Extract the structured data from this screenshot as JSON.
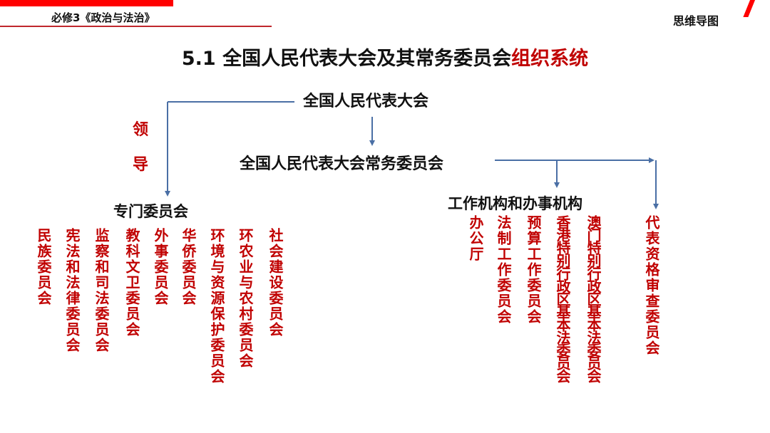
{
  "header": {
    "course": "必修3《政治与法治》",
    "section_type": "思维导图",
    "accent_color": "#ff0000",
    "underline_color": "#c0272d"
  },
  "title": {
    "prefix": "5.1 全国人民代表大会及其常务委员会",
    "highlight": "组织系统",
    "highlight_color": "#c00000"
  },
  "diagram": {
    "root": "全国人民代表大会",
    "standing_committee": "全国人民代表大会常务委员会",
    "relation_label": [
      "领",
      "导"
    ],
    "special_committees": {
      "label": "专门委员会",
      "items": [
        "民族委员会",
        "宪法和法律委员会",
        "监察和司法委员会",
        "教科文卫委员会",
        "外事委员会",
        "华侨委员会",
        "环境与资源保护委员会",
        "环农业与农村委员会",
        "社会建设委员会"
      ]
    },
    "working_bodies": {
      "label": "工作机构和办事机构",
      "items": [
        "办公厅",
        "法制工作委员会",
        "预算工作委员会",
        "香港特别行政区基本法委员会",
        "澳门特别行政区基本法委员会"
      ]
    },
    "credentials_committee": "代表资格审查委员会",
    "line_color": "#4a6fa5",
    "item_color": "#c00000"
  }
}
